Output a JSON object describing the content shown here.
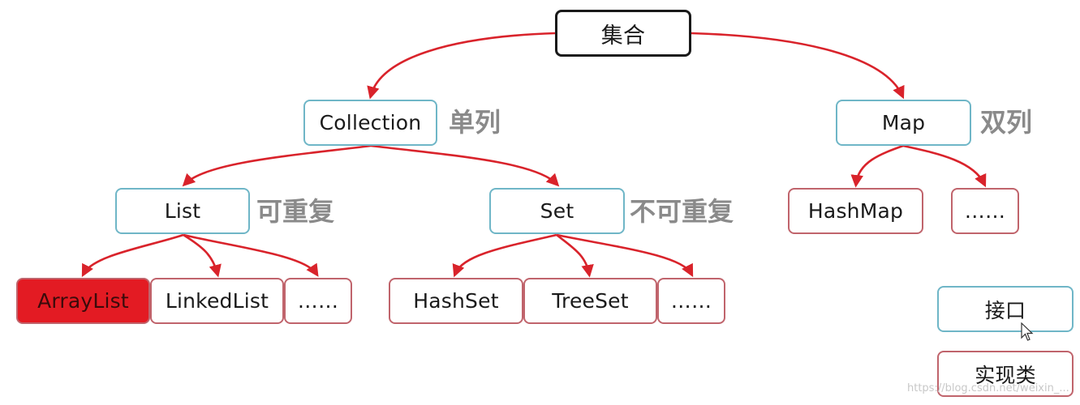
{
  "root": {
    "label": "集合"
  },
  "collection": {
    "label": "Collection",
    "note": "单列"
  },
  "map": {
    "label": "Map",
    "note": "双列"
  },
  "list": {
    "label": "List",
    "note": "可重复"
  },
  "set": {
    "label": "Set",
    "note": "不可重复"
  },
  "hashmap": {
    "label": "HashMap"
  },
  "map_more": {
    "label": "……"
  },
  "arraylist": {
    "label": "ArrayList"
  },
  "linkedlist": {
    "label": "LinkedList"
  },
  "list_more": {
    "label": "……"
  },
  "hashset": {
    "label": "HashSet"
  },
  "treeset": {
    "label": "TreeSet"
  },
  "set_more": {
    "label": "……"
  },
  "legend": {
    "interface_label": "接口",
    "impl_label": "实现类"
  },
  "colors": {
    "arrow": "#d9232b",
    "interface_border": "#6fb6c7",
    "impl_border": "#c0646c",
    "highlight_fill": "#e31b23",
    "note_text": "#8a8a8a"
  },
  "icons": {
    "cursor": "mouse-pointer-icon"
  },
  "watermark": "https://blog.csdn.net/weixin_..."
}
